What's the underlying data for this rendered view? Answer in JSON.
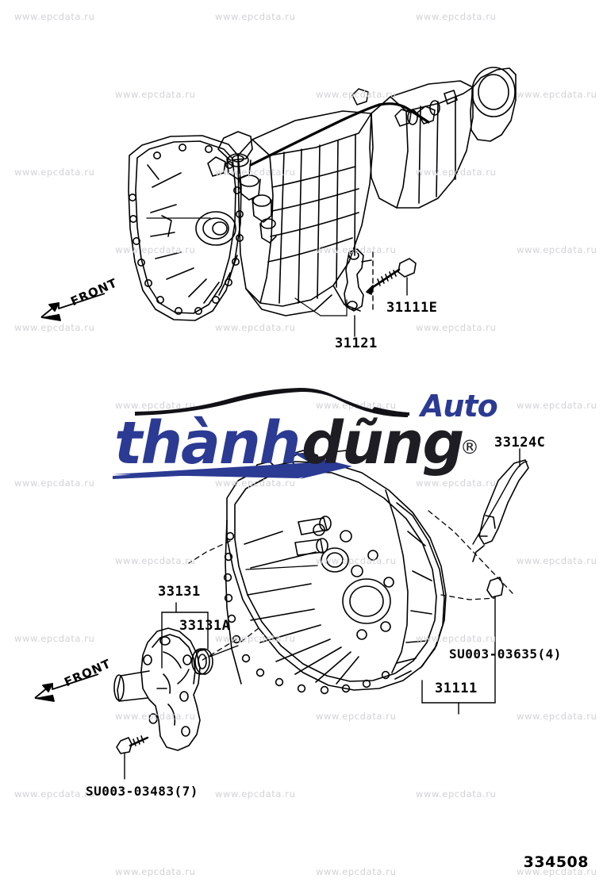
{
  "diagram": {
    "number": "334508",
    "watermark_text": "www.epcdata.ru",
    "watermark_color": "#d2d2d6"
  },
  "logo": {
    "word_primary": "thành",
    "word_secondary": "dũng",
    "word_suffix": "Auto",
    "registered_mark": "®",
    "color_primary": "#2b3a93",
    "color_secondary": "#1d1d23"
  },
  "upper_view": {
    "front_label": "FRONT",
    "callouts": [
      {
        "id": "bolt",
        "text": "31111E"
      },
      {
        "id": "bracket",
        "text": "31121"
      }
    ]
  },
  "lower_view": {
    "front_label": "FRONT",
    "callouts": [
      {
        "id": "cable-guide",
        "text": "33124C"
      },
      {
        "id": "extension-housing",
        "text": "33131"
      },
      {
        "id": "oil-seal",
        "text": "33131A"
      },
      {
        "id": "housing-bolts",
        "text": "SU003-03483(7)"
      },
      {
        "id": "bellhousing-bolts",
        "text": "SU003-03635(4)"
      },
      {
        "id": "bellhousing",
        "text": "31111"
      }
    ]
  }
}
